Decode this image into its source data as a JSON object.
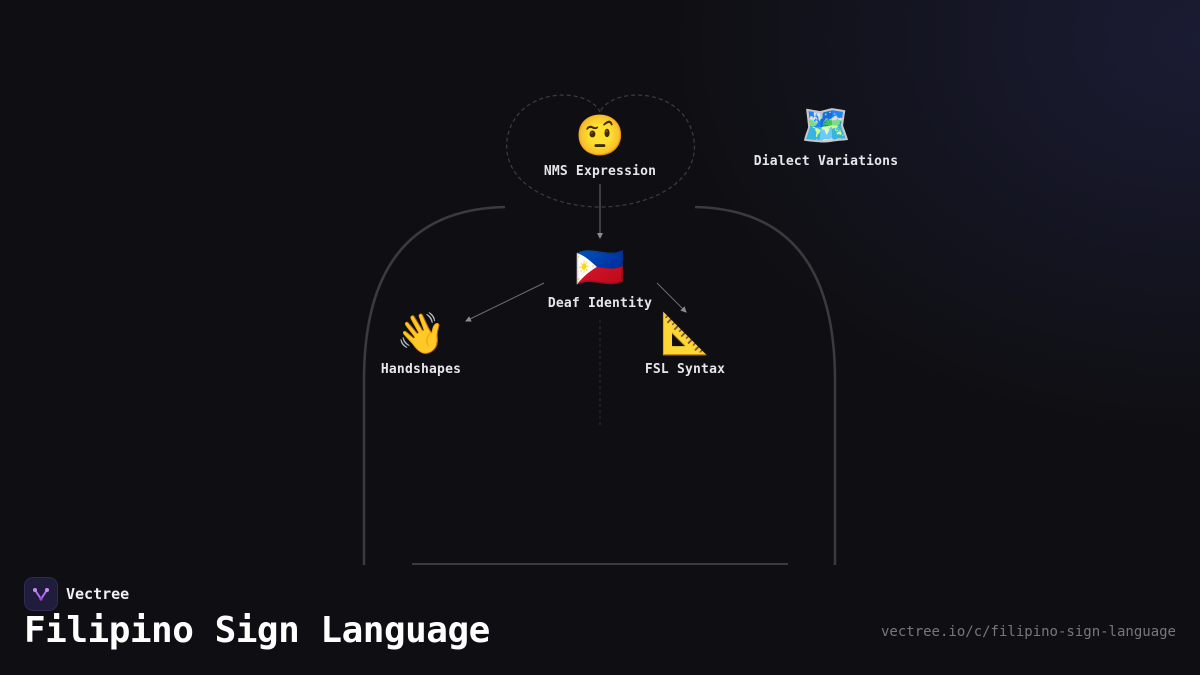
{
  "diagram": {
    "nodes": [
      {
        "id": "nms-expression",
        "label": "NMS Expression",
        "icon": "raised-eyebrow-face-icon",
        "glyph": "🤨"
      },
      {
        "id": "dialect-variations",
        "label": "Dialect Variations",
        "icon": "world-map-icon",
        "glyph": "🗺️"
      },
      {
        "id": "deaf-identity",
        "label": "Deaf Identity",
        "icon": "philippines-flag-icon",
        "glyph": "🇵🇭"
      },
      {
        "id": "handshapes",
        "label": "Handshapes",
        "icon": "waving-hand-icon",
        "glyph": "👋"
      },
      {
        "id": "fsl-syntax",
        "label": "FSL Syntax",
        "icon": "triangular-ruler-icon",
        "glyph": "📐"
      }
    ],
    "edges": [
      {
        "from": "nms-expression",
        "to": "deaf-identity"
      },
      {
        "from": "deaf-identity",
        "to": "handshapes"
      },
      {
        "from": "deaf-identity",
        "to": "fsl-syntax"
      }
    ]
  },
  "brand": {
    "name": "Vectree",
    "logo_icon": "vectree-logo-icon"
  },
  "title": "Filipino Sign Language",
  "url": "vectree.io/c/filipino-sign-language",
  "colors": {
    "background": "#0f0f13",
    "accent": "#b86cf0",
    "text": "#e6e6ea",
    "muted": "#76767e"
  }
}
